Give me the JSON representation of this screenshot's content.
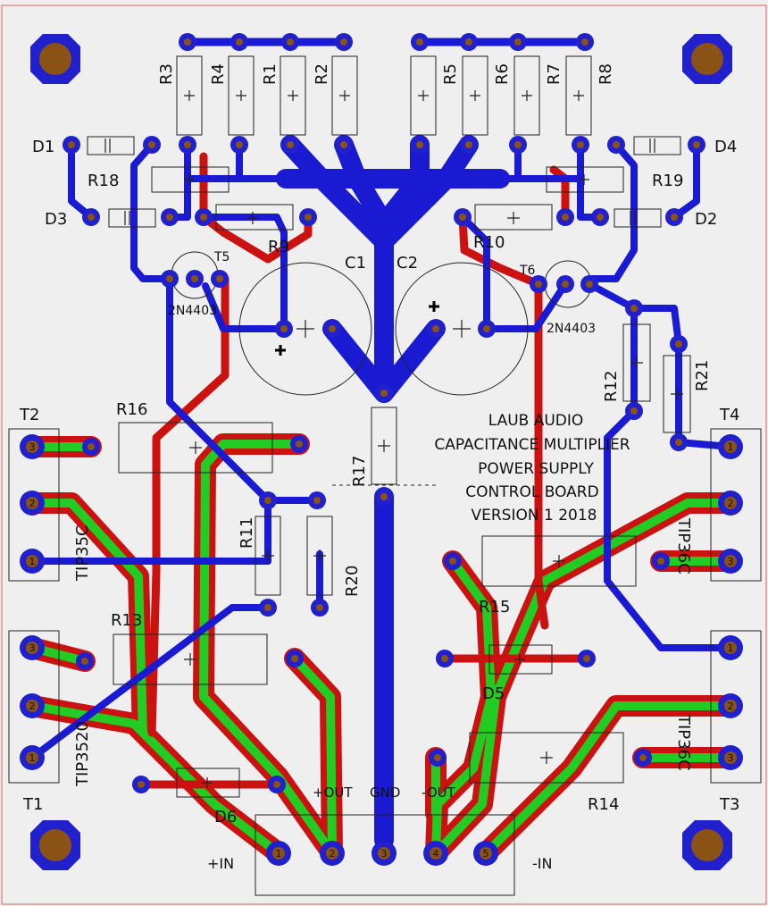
{
  "board": {
    "colors": {
      "background": "#efefef",
      "board_edge": "#e06060",
      "bottom_trace": "#1a1ad2",
      "top_trace": "#cc1111",
      "power_trace_fill": "#22cc22",
      "pad_copper": "#2020cc",
      "mount_hole": "#8a5214",
      "silkscreen": "#222222"
    },
    "title_lines": [
      "LAUB AUDIO",
      "CAPACITANCE MULTIPLIER",
      "POWER SUPPLY",
      "CONTROL BOARD",
      "VERSION 1     2018"
    ],
    "labels": {
      "r3": "R3",
      "r4": "R4",
      "r1": "R1",
      "r2": "R2",
      "r5": "R5",
      "r6": "R6",
      "r7": "R7",
      "r8": "R8",
      "d1": "D1",
      "d3": "D3",
      "d4": "D4",
      "d2": "D2",
      "r18": "R18",
      "r19": "R19",
      "r9": "R9",
      "r10": "R10",
      "c1": "C1",
      "c2": "C2",
      "t5": "T5",
      "t6": "T6",
      "t5_part": "2N4403",
      "t6_part": "2N4403",
      "r12": "R12",
      "r21": "R21",
      "r16": "R16",
      "r17": "R17",
      "r11": "R11",
      "r20": "R20",
      "r15": "R15",
      "r13": "R13",
      "d5": "D5",
      "d6": "D6",
      "r14": "R14",
      "t1": "T1",
      "t2": "T2",
      "t3": "T3",
      "t4": "T4",
      "t1_part": "TIP3520",
      "t2_part": "TIP35C",
      "t3_part": "TIP36C",
      "t4_part": "TIP36C",
      "plus_out": "+OUT",
      "gnd": "GND",
      "minus_out": "-OUT",
      "plus_in": "+IN",
      "minus_in": "-IN"
    },
    "pin_numbers": {
      "p1": "1",
      "p2": "2",
      "p3": "3",
      "p4": "4",
      "p5": "5"
    }
  }
}
